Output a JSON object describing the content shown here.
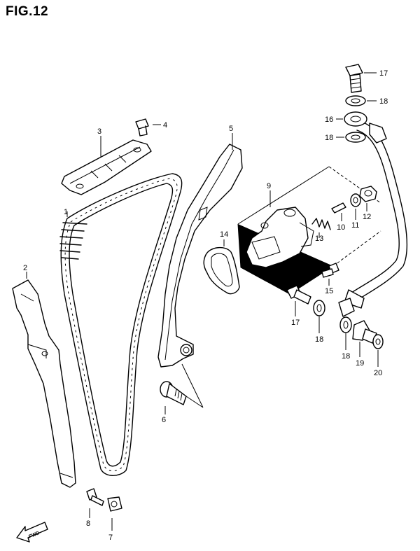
{
  "figure_title": "FIG.12",
  "fwd_label": "FWD",
  "callouts": {
    "p1": "1",
    "p2": "2",
    "p3": "3",
    "p4": "4",
    "p5": "5",
    "p6": "6",
    "p7": "7",
    "p8": "8",
    "p9": "9",
    "p10": "10",
    "p11": "11",
    "p12": "12",
    "p13": "13",
    "p14": "14",
    "p15": "15",
    "p16": "16",
    "p17a": "17",
    "p17b": "17",
    "p18a": "18",
    "p18b": "18",
    "p18c": "18",
    "p18d": "18",
    "p19": "19",
    "p20": "20"
  }
}
